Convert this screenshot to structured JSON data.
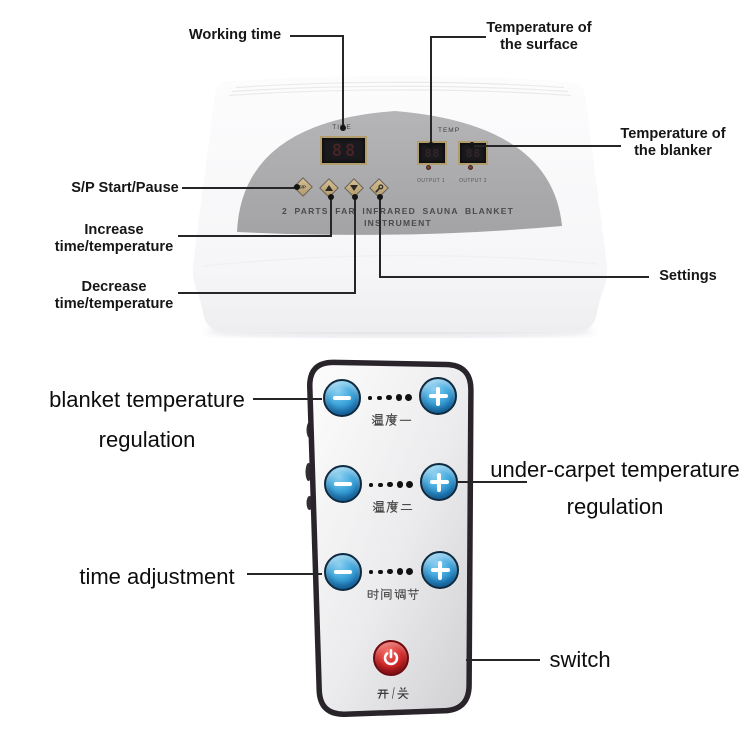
{
  "annotations": {
    "working_time": "Working time",
    "temperature_surface_line1": "Temperature of",
    "temperature_surface_line2": "the surface",
    "temperature_blanket_line1": "Temperature of",
    "temperature_blanket_line2": "the blanker",
    "sp_start_pause": "S/P Start/Pause",
    "increase_line1": "Increase",
    "increase_line2": "time/temperature",
    "decrease_line1": "Decrease",
    "decrease_line2": "time/temperature",
    "settings": "Settings",
    "blanket_regulation_line1": "blanket temperature",
    "blanket_regulation_line2": "regulation",
    "under_carpet_line1": "under-carpet temperature",
    "under_carpet_line2": "regulation",
    "time_adjustment": "time adjustment",
    "switch": "switch"
  },
  "device": {
    "time_label": "TIME",
    "temp_label": "TEMP",
    "time_display": "88",
    "temp_display_1": "88",
    "temp_display_2": "88",
    "output1_label": "OUTPUT 1",
    "output2_label": "OUTPUT 2",
    "sp_button_label": "S/P",
    "title_line1": "2 PARTS FAR INFRARED SAUNA BLANKET",
    "title_line2": "INSTRUMENT"
  },
  "remote": {
    "row1_label": "温度一",
    "row2_label": "温度二",
    "row3_label": "时间调节",
    "power_label": "开/关"
  },
  "colors": {
    "button_blue": "#2d9fd9",
    "power_red": "#c4242a",
    "display_frame_tan": "#b29d6c",
    "panel_gray": "#a8a8ab",
    "annotation_line": "#262626"
  }
}
